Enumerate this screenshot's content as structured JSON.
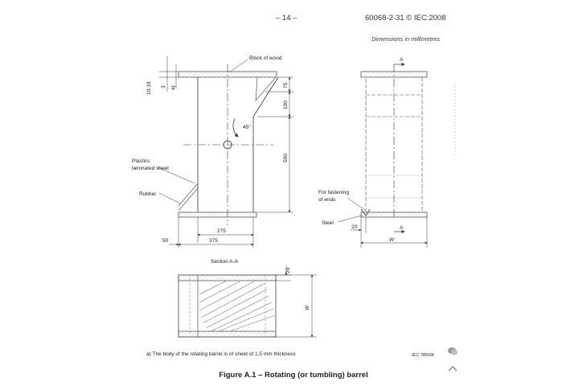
{
  "header": {
    "page_number": "– 14 –",
    "standard": "60068-2-31 © IEC:2008"
  },
  "dimensions_note": "Dimensions in millimetres",
  "labels": {
    "block_of_wood": "Block of wood",
    "plastics_line1": "Plastics",
    "plastics_line2": "laminated sheet",
    "rubber": "Rubber",
    "fastening_line1": "For fastening",
    "fastening_line2": "of ends",
    "steel": "Steel",
    "section_aa": "Section A-A",
    "footnote": "a) The body of the rotating barrel is of sheet of 1,5 mm thickness",
    "iec_ref": "IEC  785/08",
    "section_mark_top": "A",
    "section_mark_bottom": "A",
    "angle": "45°"
  },
  "dimensions": {
    "d10_19": "10-19",
    "d3": "3",
    "da": "a)",
    "d75": "75",
    "d100": "100",
    "d500": "500",
    "d275": "275",
    "d375": "375",
    "d50": "50",
    "d20_right": "20",
    "w_right": "W",
    "d20_section": "20",
    "w_section": "W"
  },
  "caption": "Figure A.1 – Rotating (or tumbling) barrel",
  "ui": {
    "comment_icon": "comment-bubble-icon",
    "scroll_icon": "chevron-up-icon"
  }
}
